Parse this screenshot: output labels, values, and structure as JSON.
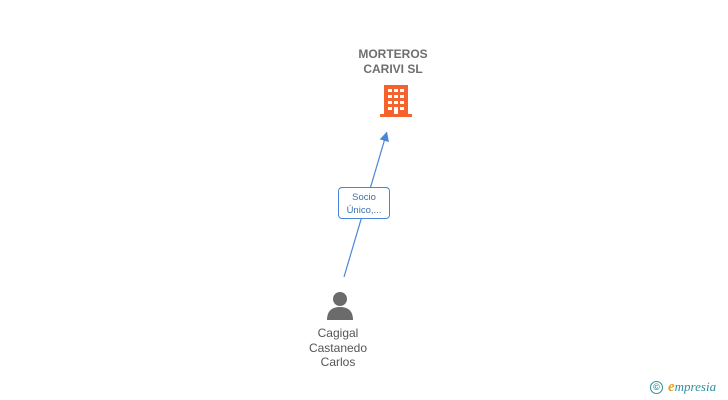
{
  "company": {
    "name_line1": "MORTEROS",
    "name_line2": "CARIVI SL",
    "icon": "building-icon",
    "color": "#f4622e"
  },
  "relation": {
    "label_line1": "Socio",
    "label_line2": "Único,...",
    "color": "#4a86d8"
  },
  "person": {
    "name_line1": "Cagigal",
    "name_line2": "Castanedo",
    "name_line3": "Carlos",
    "icon": "person-icon",
    "color": "#6b6b6b"
  },
  "brand": {
    "copyright_symbol": "©",
    "logo_mark": "e",
    "logo_text": "mpresia"
  }
}
